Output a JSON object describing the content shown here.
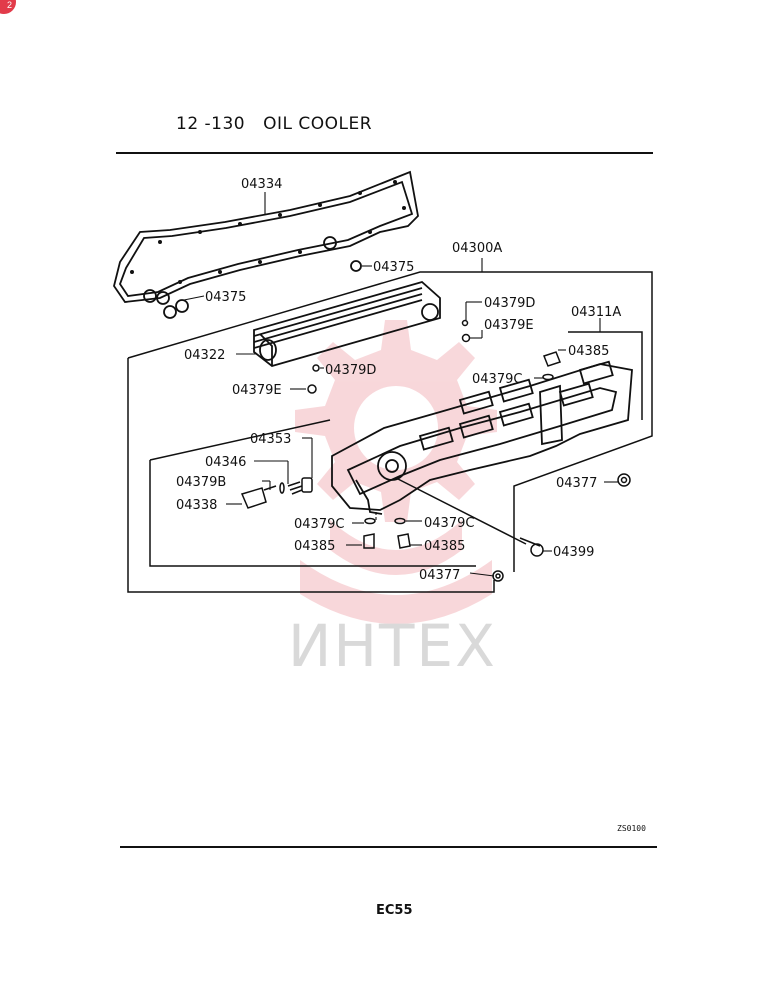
{
  "header": {
    "section_number": "12 -130",
    "section_title": "OIL COOLER"
  },
  "corner_badge": "2",
  "parts": {
    "p04334": "04334",
    "p04375_a": "04375",
    "p04375_b": "04375",
    "p04300A": "04300A",
    "p04379D_a": "04379D",
    "p04379E_a": "04379E",
    "p04311A": "04311A",
    "p04322": "04322",
    "p04385_a": "04385",
    "p04379D_b": "04379D",
    "p04379C_a": "04379C",
    "p04379E_b": "04379E",
    "p04353": "04353",
    "p04346": "04346",
    "p04379B": "04379B",
    "p04338": "04338",
    "p04377_a": "04377",
    "p04379C_b": "04379C",
    "p04379C_c": "04379C",
    "p04399": "04399",
    "p04385_b": "04385",
    "p04385_c": "04385",
    "p04377_b": "04377"
  },
  "watermark": "ИНТЕХ",
  "reference_code": "ZS0100",
  "footer": {
    "page_code": "EC55"
  },
  "colors": {
    "line": "#111111",
    "watermark_gear": "#f3b8bd",
    "watermark_text": "#d9d9d9",
    "badge": "#e23b4a"
  }
}
